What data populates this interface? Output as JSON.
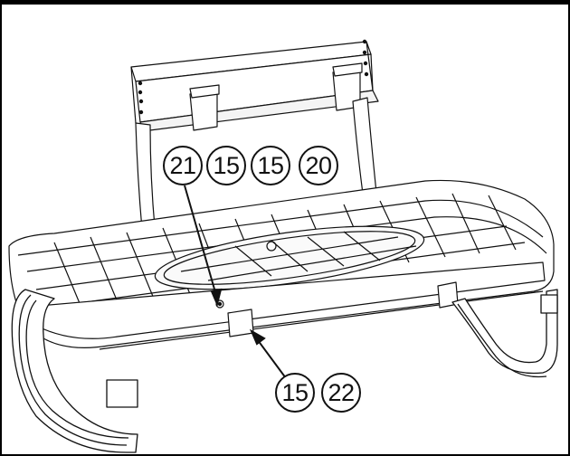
{
  "colors": {
    "line": "#111111",
    "frame": "#000000",
    "background": "#ffffff"
  },
  "callouts": {
    "top": [
      "21",
      "15",
      "15",
      "20"
    ],
    "bottom": [
      "15",
      "22"
    ]
  }
}
